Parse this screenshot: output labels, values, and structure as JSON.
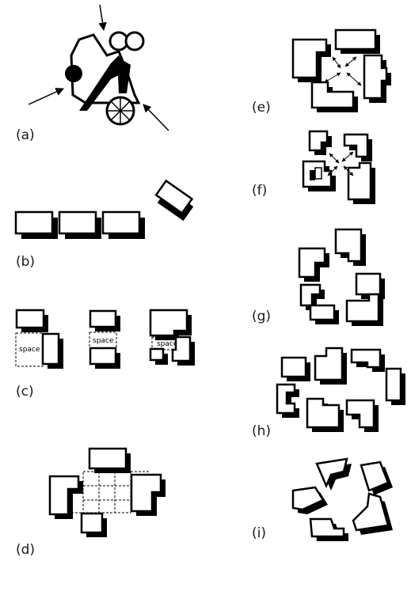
{
  "panel_labels": {
    "a": "(a)",
    "b": "(b)",
    "c": "(c)",
    "d": "(d)",
    "e": "(e)",
    "f": "(f)",
    "g": "(g)",
    "h": "(h)",
    "i": "(i)"
  },
  "space_label": "space",
  "colors": {
    "ink": "#000000",
    "paper": "#ffffff",
    "label": "#1a1a1a"
  }
}
